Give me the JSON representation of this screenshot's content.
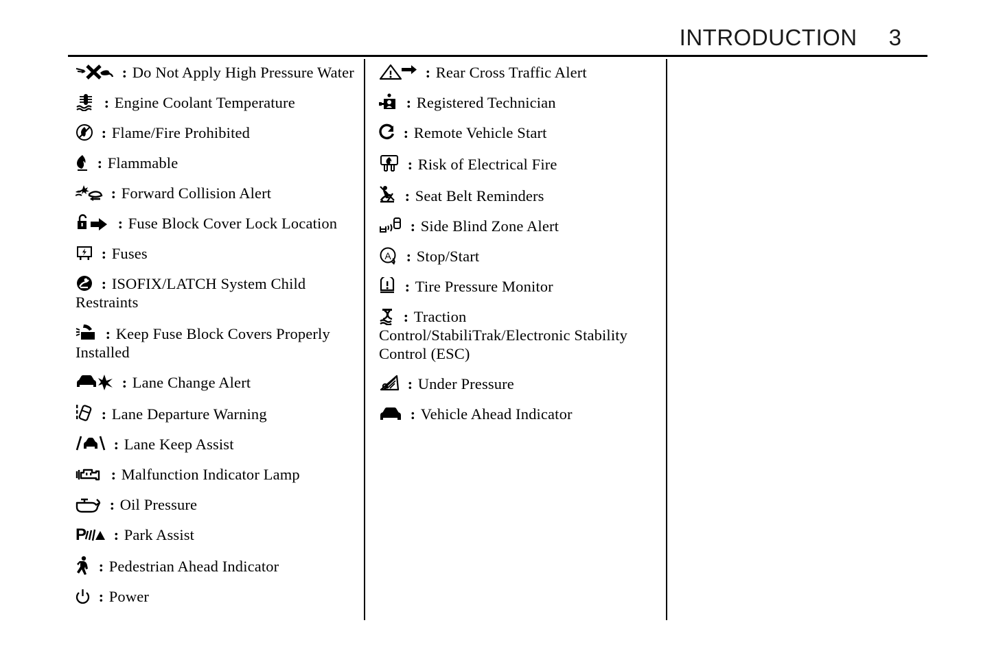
{
  "header": {
    "title": "INTRODUCTION",
    "page_number": "3"
  },
  "separator": ":",
  "columns": {
    "left": [
      {
        "icon": "no-high-pressure-water-icon",
        "label": "Do Not Apply High Pressure Water"
      },
      {
        "icon": "engine-coolant-temperature-icon",
        "label": "Engine Coolant Temperature"
      },
      {
        "icon": "flame-fire-prohibited-icon",
        "label": "Flame/Fire Prohibited"
      },
      {
        "icon": "flammable-icon",
        "label": "Flammable"
      },
      {
        "icon": "forward-collision-alert-icon",
        "label": "Forward Collision Alert"
      },
      {
        "icon": "fuse-block-cover-lock-location-icon",
        "label": "Fuse Block Cover Lock Location"
      },
      {
        "icon": "fuses-icon",
        "label": "Fuses"
      },
      {
        "icon": "isofix-latch-child-restraints-icon",
        "label": "ISOFIX/LATCH System Child Restraints"
      },
      {
        "icon": "keep-fuse-block-covers-installed-icon",
        "label": "Keep Fuse Block Covers Properly Installed"
      },
      {
        "icon": "lane-change-alert-icon",
        "label": "Lane Change Alert"
      },
      {
        "icon": "lane-departure-warning-icon",
        "label": "Lane Departure Warning"
      },
      {
        "icon": "lane-keep-assist-icon",
        "label": "Lane Keep Assist"
      },
      {
        "icon": "malfunction-indicator-lamp-icon",
        "label": "Malfunction Indicator Lamp"
      },
      {
        "icon": "oil-pressure-icon",
        "label": "Oil Pressure"
      },
      {
        "icon": "park-assist-icon",
        "label": "Park Assist"
      },
      {
        "icon": "pedestrian-ahead-indicator-icon",
        "label": "Pedestrian Ahead Indicator"
      },
      {
        "icon": "power-icon",
        "label": "Power"
      }
    ],
    "right": [
      {
        "icon": "rear-cross-traffic-alert-icon",
        "label": "Rear Cross Traffic Alert"
      },
      {
        "icon": "registered-technician-icon",
        "label": "Registered Technician"
      },
      {
        "icon": "remote-vehicle-start-icon",
        "label": "Remote Vehicle Start"
      },
      {
        "icon": "risk-of-electrical-fire-icon",
        "label": "Risk of Electrical Fire"
      },
      {
        "icon": "seat-belt-reminders-icon",
        "label": "Seat Belt Reminders"
      },
      {
        "icon": "side-blind-zone-alert-icon",
        "label": "Side Blind Zone Alert"
      },
      {
        "icon": "stop-start-icon",
        "label": "Stop/Start"
      },
      {
        "icon": "tire-pressure-monitor-icon",
        "label": "Tire Pressure Monitor"
      },
      {
        "icon": "traction-control-stabilitrak-icon",
        "label": "Traction Control/StabiliTrak/Electronic Stability Control (ESC)"
      },
      {
        "icon": "under-pressure-icon",
        "label": "Under Pressure"
      },
      {
        "icon": "vehicle-ahead-indicator-icon",
        "label": "Vehicle Ahead Indicator"
      }
    ]
  },
  "colors": {
    "text": "#000000",
    "rule": "#000000",
    "background": "#ffffff"
  }
}
